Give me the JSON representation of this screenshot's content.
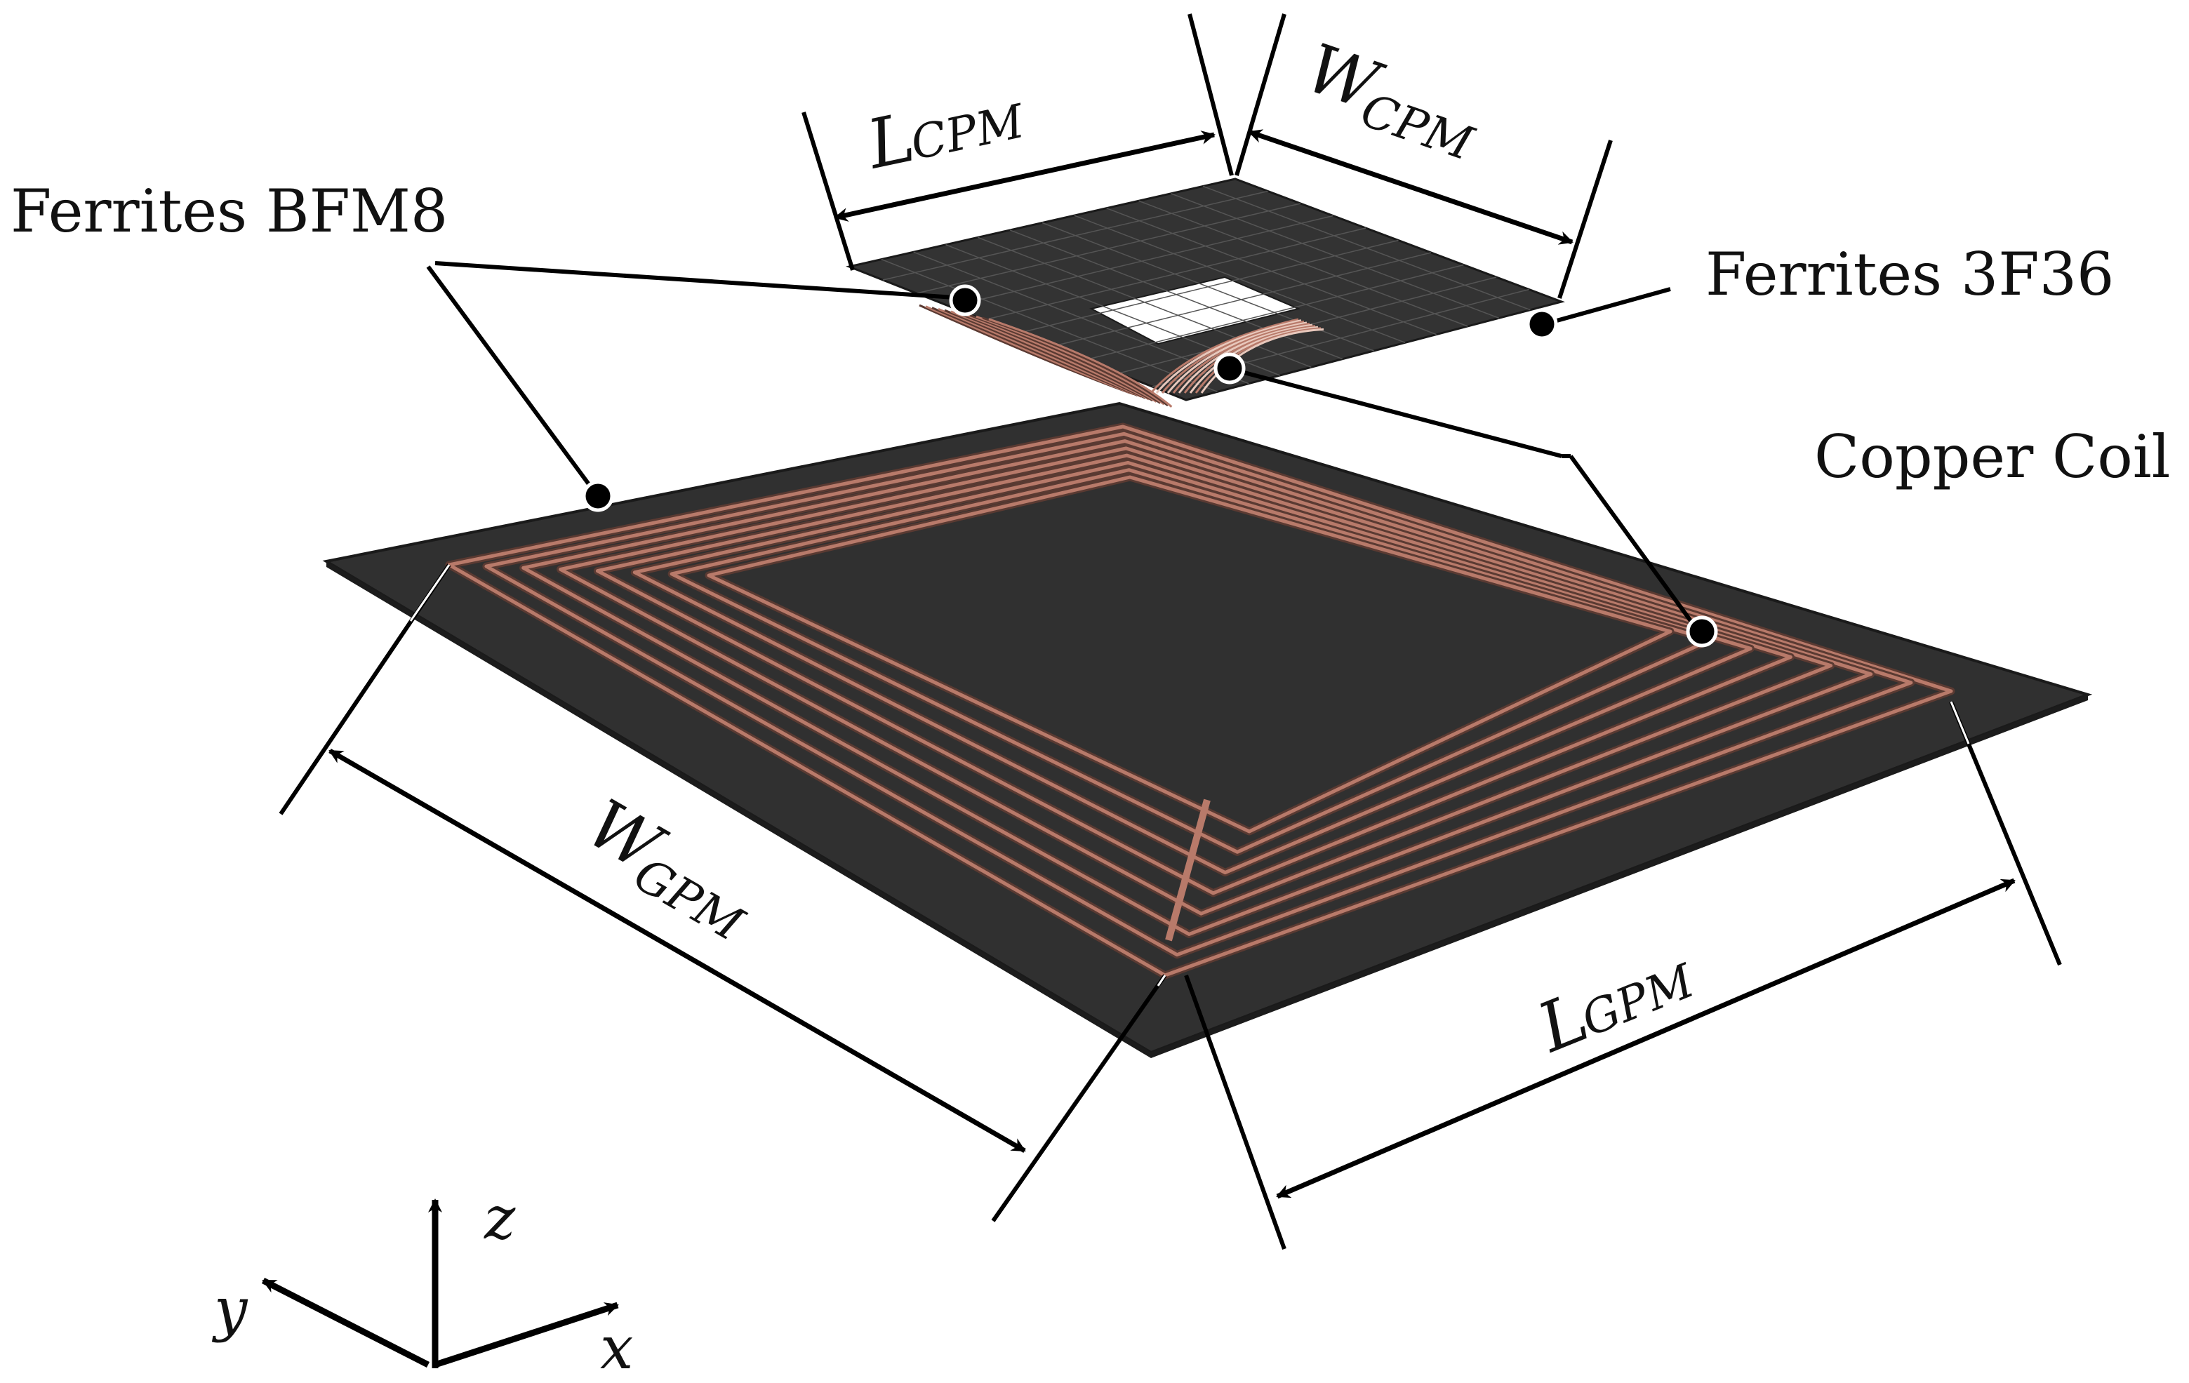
{
  "labels": {
    "ferrites_bfm8": "Ferrites BFM8",
    "ferrites_3f36": "Ferrites 3F36",
    "copper_coil": "Copper Coil"
  },
  "dimensions": {
    "l_cpm": {
      "main": "L",
      "sub": "CPM"
    },
    "w_cpm": {
      "main": "W",
      "sub": "CPM"
    },
    "w_gpm": {
      "main": "W",
      "sub": "GPM"
    },
    "l_gpm": {
      "main": "L",
      "sub": "GPM"
    }
  },
  "axes": {
    "x": "x",
    "y": "y",
    "z": "z"
  },
  "colors": {
    "plate": "#2f2f2f",
    "plate_edge": "#1a1a1a",
    "copper": "#b87a6a",
    "copper_dark": "#5a3a32",
    "ink": "#000000"
  }
}
